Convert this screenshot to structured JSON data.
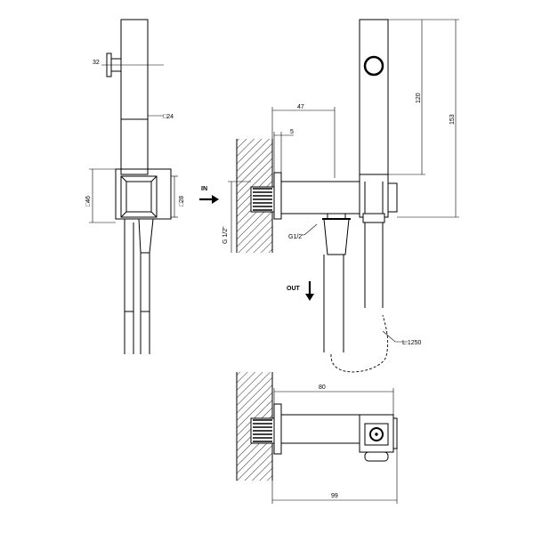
{
  "dimensions": {
    "side_knob": "32",
    "side_body_square": "□24",
    "side_base_square": "□46",
    "side_cap_square": "□28",
    "front_handle_length": "120",
    "front_total_height": "153",
    "front_offset": "47",
    "front_flange": "5",
    "front_wall_thread": "G 1/2\"",
    "front_hose_thread": "G1/2\"",
    "hose_length": "L.1250",
    "top_projection": "80",
    "top_total_depth": "99"
  },
  "flow": {
    "in_label": "IN",
    "out_label": "OUT"
  }
}
